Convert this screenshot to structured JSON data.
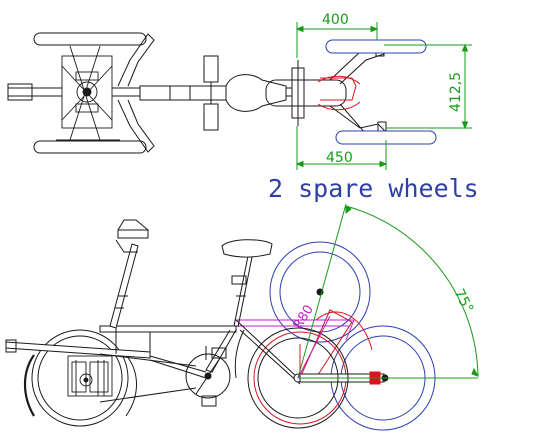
{
  "annotation": "2 spare wheels",
  "dimensions": {
    "width_top": "400",
    "height_side": "412,5",
    "width_bottom": "450",
    "angle": "75°",
    "radius": "R80"
  },
  "colors": {
    "frame": "#1a1a1a",
    "spare_wheel": "#2b3fb0",
    "dimension": "#1a9a1a",
    "highlight": "#d8141e",
    "rack": "#c020c0"
  }
}
